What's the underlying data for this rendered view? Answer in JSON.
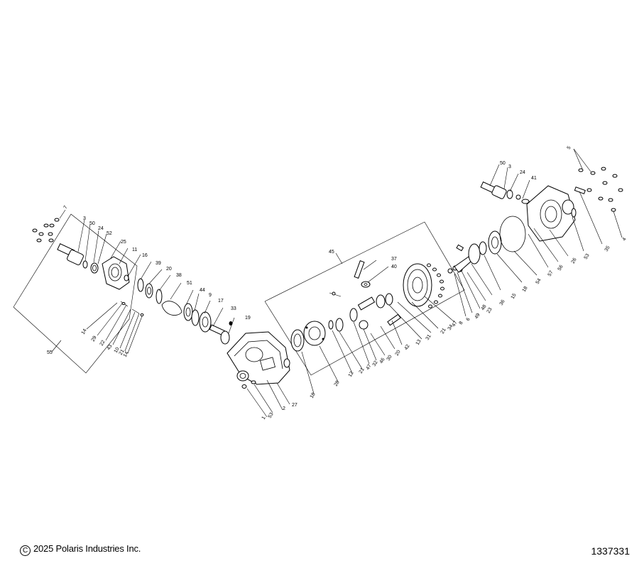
{
  "footer": {
    "copyright_symbol": "C",
    "copyright_text": "2025 Polaris Industries Inc.",
    "diagram_number": "1337331"
  },
  "callouts": {
    "c1": "1",
    "c2": "2",
    "c3": "3",
    "c4": "4",
    "c5": "5",
    "c6": "6",
    "c7": "7",
    "c8": "8",
    "c9": "9",
    "c10": "10",
    "c11": "11",
    "c12": "12",
    "c13": "13",
    "c14": "14",
    "c15": "15",
    "c16": "16",
    "c17": "17",
    "c18": "18",
    "c19": "19",
    "c20": "20",
    "c21": "21",
    "c22": "22",
    "c23": "23",
    "c24": "24",
    "c25": "25",
    "c26": "26",
    "c27": "27",
    "c28": "28",
    "c29": "29",
    "c30": "30",
    "c31": "31",
    "c32": "32",
    "c33": "33",
    "c34": "34",
    "c35": "35",
    "c36": "36",
    "c37": "37",
    "c38": "38",
    "c39": "39",
    "c40": "40",
    "c41": "41",
    "c42": "42",
    "c43": "43",
    "c44": "44",
    "c45": "45",
    "c46": "46",
    "c47": "47",
    "c48": "48",
    "c49": "49",
    "c50": "50",
    "c51": "51",
    "c52": "52",
    "c53": "53",
    "c54": "54",
    "c55": "55",
    "c56": "56",
    "c57": "57"
  }
}
